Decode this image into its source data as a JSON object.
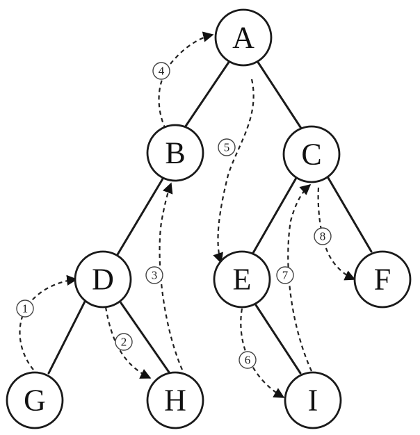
{
  "nodes": {
    "A": "A",
    "B": "B",
    "C": "C",
    "D": "D",
    "E": "E",
    "F": "F",
    "G": "G",
    "H": "H",
    "I": "I"
  },
  "steps": {
    "s1": "1",
    "s2": "2",
    "s3": "3",
    "s4": "4",
    "s5": "5",
    "s6": "6",
    "s7": "7",
    "s8": "8"
  }
}
